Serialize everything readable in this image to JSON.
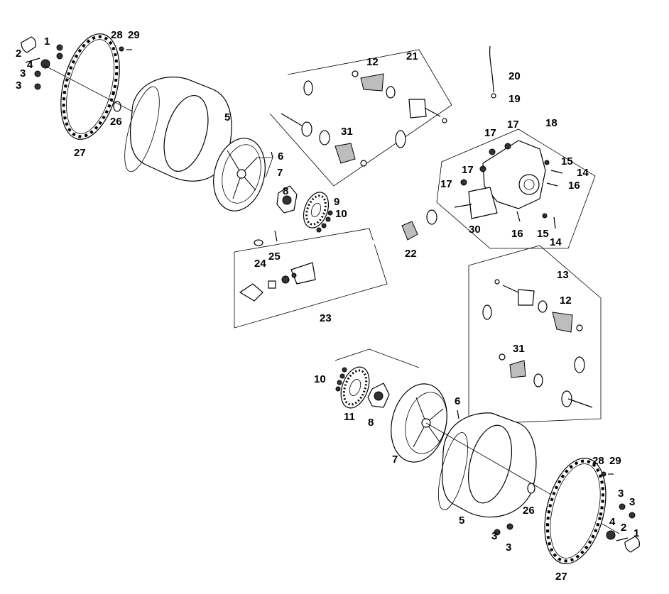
{
  "callouts": [
    {
      "id": "c1a",
      "text": "1"
    },
    {
      "id": "c2a",
      "text": "2"
    },
    {
      "id": "c3a",
      "text": "3"
    },
    {
      "id": "c3b",
      "text": "3"
    },
    {
      "id": "c4a",
      "text": "4"
    },
    {
      "id": "c27a",
      "text": "27"
    },
    {
      "id": "c28a",
      "text": "28"
    },
    {
      "id": "c29a",
      "text": "29"
    },
    {
      "id": "c26a",
      "text": "26"
    },
    {
      "id": "c5a",
      "text": "5"
    },
    {
      "id": "c6a",
      "text": "6"
    },
    {
      "id": "c7a",
      "text": "7"
    },
    {
      "id": "c8a",
      "text": "8"
    },
    {
      "id": "c9a",
      "text": "9"
    },
    {
      "id": "c10a",
      "text": "10"
    },
    {
      "id": "c12a",
      "text": "12"
    },
    {
      "id": "c21a",
      "text": "21"
    },
    {
      "id": "c31a",
      "text": "31"
    },
    {
      "id": "c20a",
      "text": "20"
    },
    {
      "id": "c19a",
      "text": "19"
    },
    {
      "id": "c18a",
      "text": "18"
    },
    {
      "id": "c17a",
      "text": "17"
    },
    {
      "id": "c17b",
      "text": "17"
    },
    {
      "id": "c17c",
      "text": "17"
    },
    {
      "id": "c17d",
      "text": "17"
    },
    {
      "id": "c15a",
      "text": "15"
    },
    {
      "id": "c14a",
      "text": "14"
    },
    {
      "id": "c16a",
      "text": "16"
    },
    {
      "id": "c16b",
      "text": "16"
    },
    {
      "id": "c15b",
      "text": "15"
    },
    {
      "id": "c14b",
      "text": "14"
    },
    {
      "id": "c30a",
      "text": "30"
    },
    {
      "id": "c22a",
      "text": "22"
    },
    {
      "id": "c24a",
      "text": "24"
    },
    {
      "id": "c25a",
      "text": "25"
    },
    {
      "id": "c23a",
      "text": "23"
    },
    {
      "id": "c13a",
      "text": "13"
    },
    {
      "id": "c12b",
      "text": "12"
    },
    {
      "id": "c31b",
      "text": "31"
    },
    {
      "id": "c10b",
      "text": "10"
    },
    {
      "id": "c11a",
      "text": "11"
    },
    {
      "id": "c8b",
      "text": "8"
    },
    {
      "id": "c6b",
      "text": "6"
    },
    {
      "id": "c7b",
      "text": "7"
    },
    {
      "id": "c5b",
      "text": "5"
    },
    {
      "id": "c26b",
      "text": "26"
    },
    {
      "id": "c3c",
      "text": "3"
    },
    {
      "id": "c3d",
      "text": "3"
    },
    {
      "id": "c28b",
      "text": "28"
    },
    {
      "id": "c29b",
      "text": "29"
    },
    {
      "id": "c3e",
      "text": "3"
    },
    {
      "id": "c3f",
      "text": "3"
    },
    {
      "id": "c4b",
      "text": "4"
    },
    {
      "id": "c2b",
      "text": "2"
    },
    {
      "id": "c1b",
      "text": "1"
    },
    {
      "id": "c27b",
      "text": "27"
    }
  ]
}
